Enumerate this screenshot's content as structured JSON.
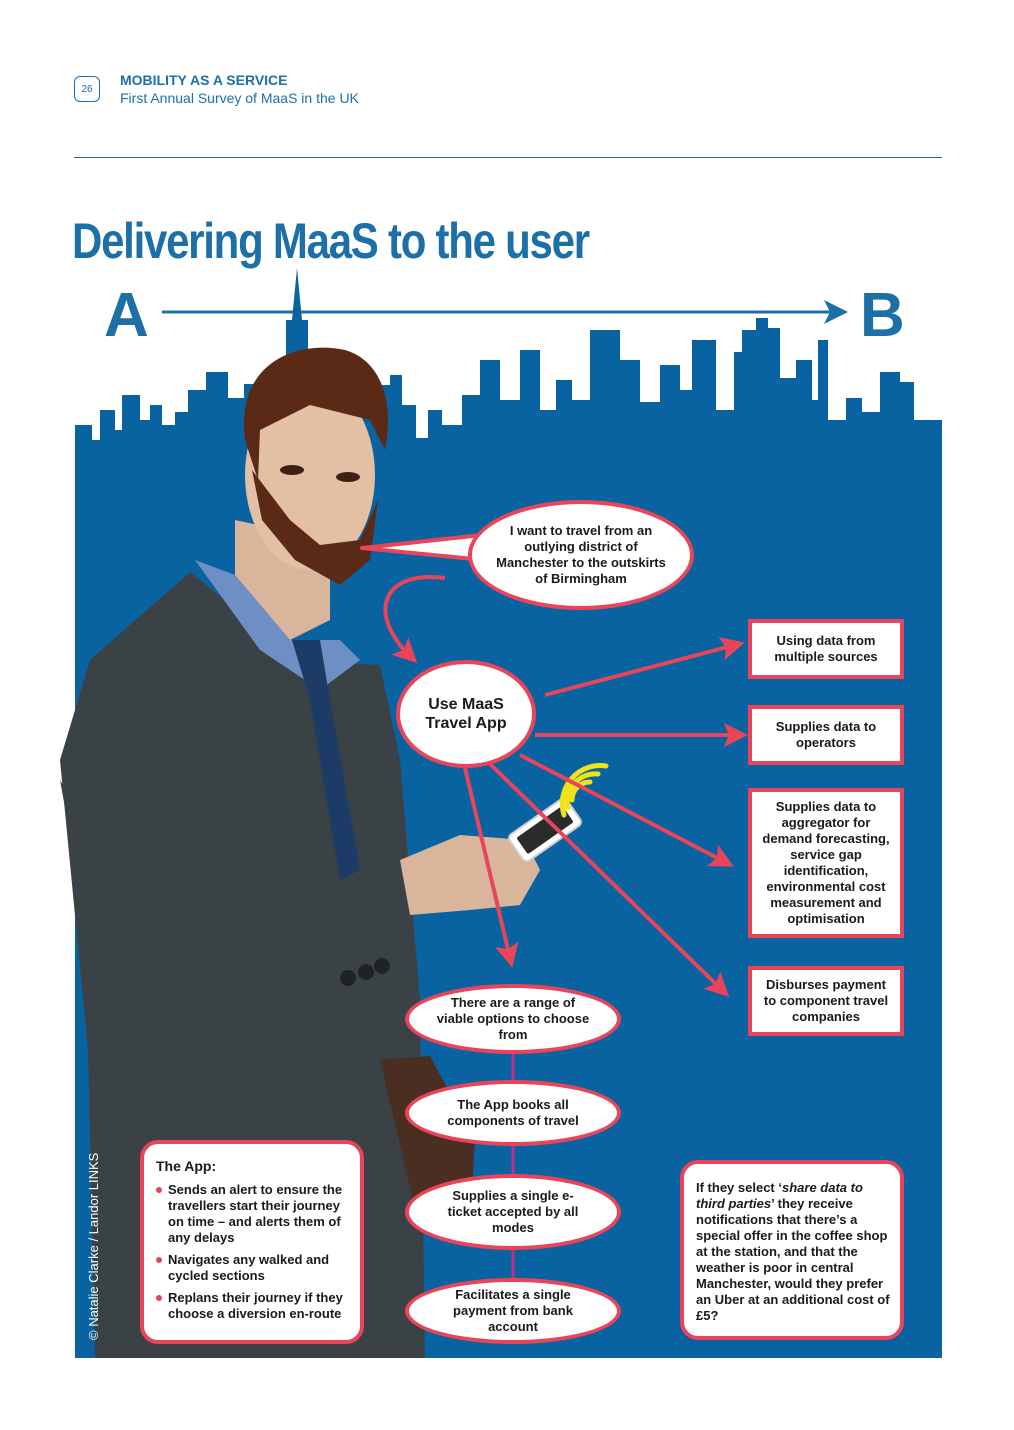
{
  "header": {
    "page_number": "26",
    "section_title": "MOBILITY AS A SERVICE",
    "section_subtitle": "First Annual Survey of MaaS in the UK"
  },
  "title": "Delivering MaaS to the user",
  "journey": {
    "start": "A",
    "end": "B"
  },
  "speech_bubble": "I want to travel from an outlying district of Manchester to the outskirts of Birmingham",
  "app_node": "Use MaaS Travel App",
  "data_boxes": [
    "Using data from multiple sources",
    "Supplies data to operators",
    "Supplies data to aggregator for demand forecasting, service gap identification, environmental cost measurement and optimisation",
    "Disburses payment to component travel companies"
  ],
  "flow_steps": [
    "There are a range of viable options to choose from",
    "The App books all components of travel",
    "Supplies a single e-ticket accepted by all modes",
    "Facilitates a single payment from bank account"
  ],
  "app_features": {
    "title": "The App:",
    "items": [
      "Sends an alert to ensure the travellers start their journey on time – and alerts them of any delays",
      "Navigates any walked and cycled sections",
      "Replans their journey if they choose a diversion en-route"
    ]
  },
  "offer": {
    "before": "If they select ‘",
    "emphasis": "share data to third parties",
    "after": "’ they receive notifications that there’s a special offer in the coffee shop at the station, and that the weather is poor in central Manchester, would they prefer an Uber at an additional cost of £5?"
  },
  "credit": "© Natalie Clarke / Landor LINKS",
  "colors": {
    "brand_blue": "#1d6fa8",
    "panel_blue": "#0a63a1",
    "accent_red": "#e8455a",
    "signal_yellow": "#f2e21b"
  }
}
